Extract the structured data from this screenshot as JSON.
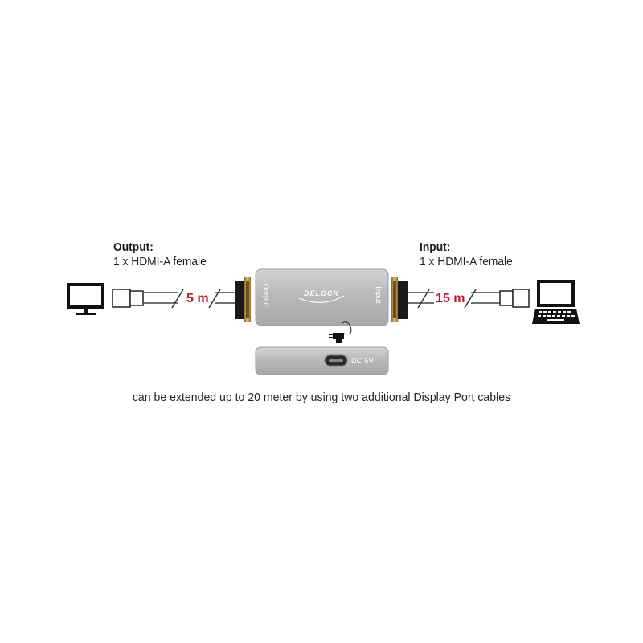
{
  "output": {
    "title": "Output:",
    "subtitle": "1 x HDMI-A female",
    "length": "5 m",
    "port_label": "Output"
  },
  "input": {
    "title": "Input:",
    "subtitle": "1 x HDMI-A female",
    "length": "15 m",
    "port_label": "Input"
  },
  "device": {
    "brand": "DELOCK",
    "power_label": "DC 5V"
  },
  "caption": "can be extended up to 20 meter by using two additional Display Port cables",
  "colors": {
    "accent": "#c0152a",
    "device": "#b9b9b9",
    "connector_gold": "#c8a44a"
  },
  "icons": [
    "monitor-icon",
    "laptop-icon",
    "power-adapter-icon",
    "usb-c-port-icon"
  ]
}
